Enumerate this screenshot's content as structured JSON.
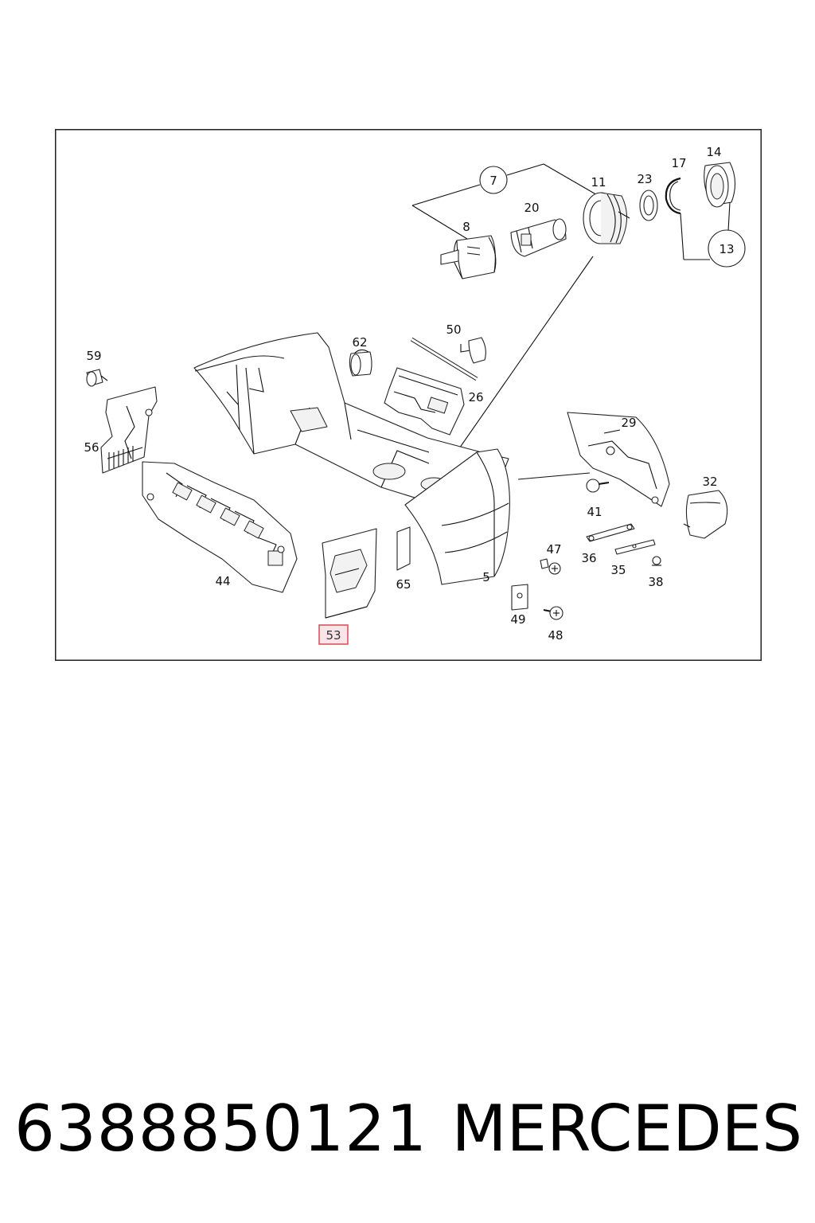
{
  "diagram": {
    "labels": {
      "p7": "7",
      "p8": "8",
      "p20": "20",
      "p11": "11",
      "p23": "23",
      "p17": "17",
      "p14": "14",
      "p13": "13",
      "p62": "62",
      "p50": "50",
      "p26": "26",
      "p59": "59",
      "p56": "56",
      "p44": "44",
      "p29": "29",
      "p41": "41",
      "p32": "32",
      "p47": "47",
      "p36": "36",
      "p35": "35",
      "p38": "38",
      "p65": "65",
      "p5": "5",
      "p49": "49",
      "p48": "48",
      "p53": "53"
    },
    "highlighted_part": "53",
    "highlight_color": "#d8485b"
  },
  "footer": {
    "part_number": "6388850121",
    "brand": "MERCEDES"
  }
}
